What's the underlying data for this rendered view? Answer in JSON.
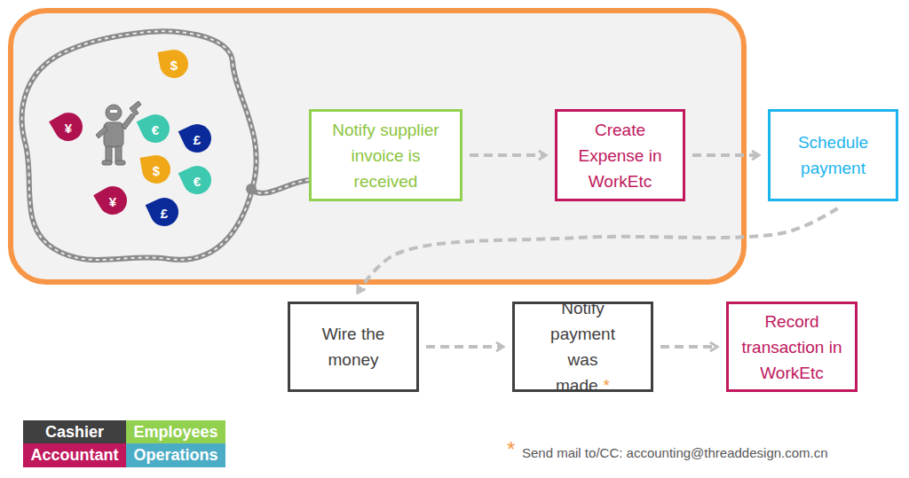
{
  "diagram": {
    "nodes": [
      {
        "text": [
          "Notify supplier invoice is received"
        ]
      },
      {
        "text": [
          "Create Expense in WorkEtc"
        ]
      },
      {
        "text": [
          "Schedule payment"
        ]
      },
      {
        "text": [
          "Wire the money"
        ]
      },
      {
        "text": [
          "Notify payment was made",
          "*"
        ]
      },
      {
        "text": [
          "Record transaction in WorkEtc"
        ]
      }
    ],
    "edges": [
      {
        "from": 0,
        "to": 1,
        "arrow": "to"
      },
      {
        "from": 1,
        "to": 2,
        "arrow": "to"
      },
      {
        "from": 2,
        "to": 3,
        "arrow": "to"
      },
      {
        "from": 3,
        "to": 4,
        "arrow": "to"
      },
      {
        "from": 4,
        "to": 5,
        "arrow": "to"
      }
    ],
    "labels": [
      "$",
      "¥",
      "€",
      "£",
      "$",
      "€",
      "¥",
      "£",
      "*",
      "Send mail to/CC: accounting@threaddesign.com.cn"
    ],
    "legend": [
      {
        "text": "Cashier",
        "color": "#404040"
      },
      {
        "text": "Employees",
        "color": "#92d050"
      },
      {
        "text": "Accountant",
        "color": "#c0175d"
      },
      {
        "text": "Operations",
        "color": "#4bacc6"
      }
    ]
  }
}
